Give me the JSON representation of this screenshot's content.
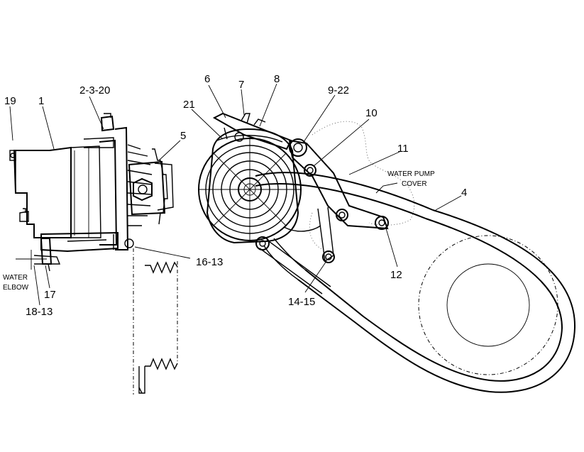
{
  "callouts": {
    "c1": "1",
    "c19": "19",
    "c2_3_20": "2-3-20",
    "c5": "5",
    "c6": "6",
    "c7": "7",
    "c8": "8",
    "c21": "21",
    "c9_22": "9-22",
    "c10": "10",
    "c11": "11",
    "c4": "4",
    "c12": "12",
    "c14_15": "14-15",
    "c16_13": "16-13",
    "c17": "17",
    "c18_13": "18-13"
  },
  "labels": {
    "water_pump_line1": "WATER PUMP",
    "water_pump_line2": "COVER",
    "water_elbow_line1": "WATER",
    "water_elbow_line2": "ELBOW"
  }
}
